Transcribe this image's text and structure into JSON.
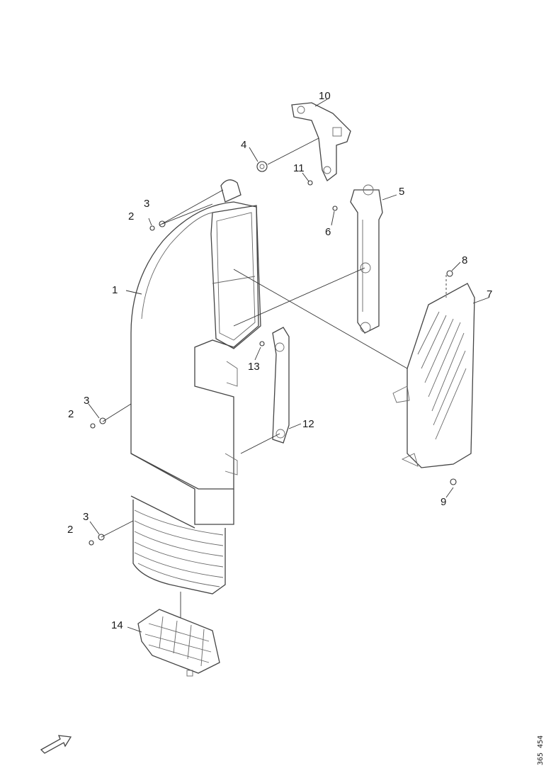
{
  "callouts": [
    "1",
    "2",
    "3",
    "4",
    "5",
    "6",
    "7",
    "8",
    "9",
    "10",
    "11",
    "12",
    "13",
    "14"
  ],
  "drawing_code": "365 454",
  "icons": {
    "direction": "arrow-icon"
  }
}
